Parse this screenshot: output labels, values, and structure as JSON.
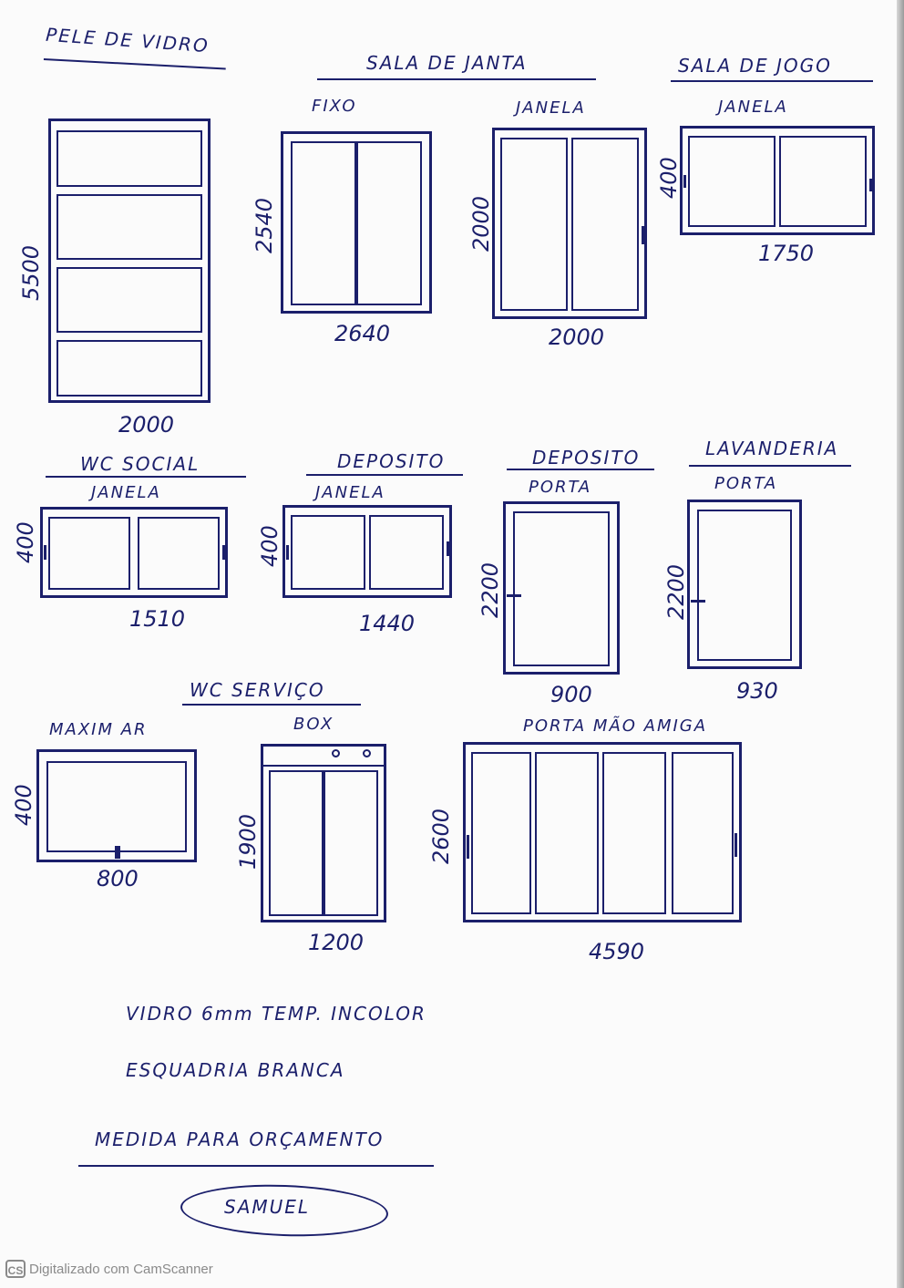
{
  "headers": {
    "pele_de_vidro": "PELE DE VIDRO",
    "sala_de_janta": "SALA DE JANTA",
    "sala_de_jogo": "SALA DE JOGO",
    "wc_social": "WC SOCIAL",
    "deposito_1": "DEPOSITO",
    "deposito_2": "DEPOSITO",
    "lavanderia": "LAVANDERIA",
    "wc_servico": "WC SERVIÇO"
  },
  "items": {
    "pele_de_vidro": {
      "height": "5500",
      "width": "2000"
    },
    "fixo": {
      "label": "FIXO",
      "height": "2540",
      "width": "2640"
    },
    "janela_janta": {
      "label": "JANELA",
      "height": "2000",
      "width": "2000"
    },
    "janela_jogo": {
      "label": "JANELA",
      "height": "400",
      "width": "1750"
    },
    "janela_wc_social": {
      "label": "JANELA",
      "height": "400",
      "width": "1510"
    },
    "janela_deposito": {
      "label": "JANELA",
      "height": "400",
      "width": "1440"
    },
    "porta_deposito": {
      "label": "PORTA",
      "height": "2200",
      "width": "900"
    },
    "porta_lavanderia": {
      "label": "PORTA",
      "height": "2200",
      "width": "930"
    },
    "maxim_ar": {
      "label": "MAXIM AR",
      "height": "400",
      "width": "800"
    },
    "box": {
      "label": "BOX",
      "height": "1900",
      "width": "1200"
    },
    "porta_mao_amiga": {
      "label": "PORTA MÃO AMIGA",
      "height": "2600",
      "width": "4590"
    }
  },
  "notes": {
    "line1": "VIDRO 6mm TEMP. INCOLOR",
    "line2": "ESQUADRIA BRANCA",
    "line3": "MEDIDA PARA ORÇAMENTO",
    "signature": "SAMUEL"
  },
  "footer": {
    "logo": "CS",
    "text": "Digitalizado com CamScanner"
  },
  "colors": {
    "ink": "#1b1f6b",
    "paper": "#fbfbfb"
  }
}
